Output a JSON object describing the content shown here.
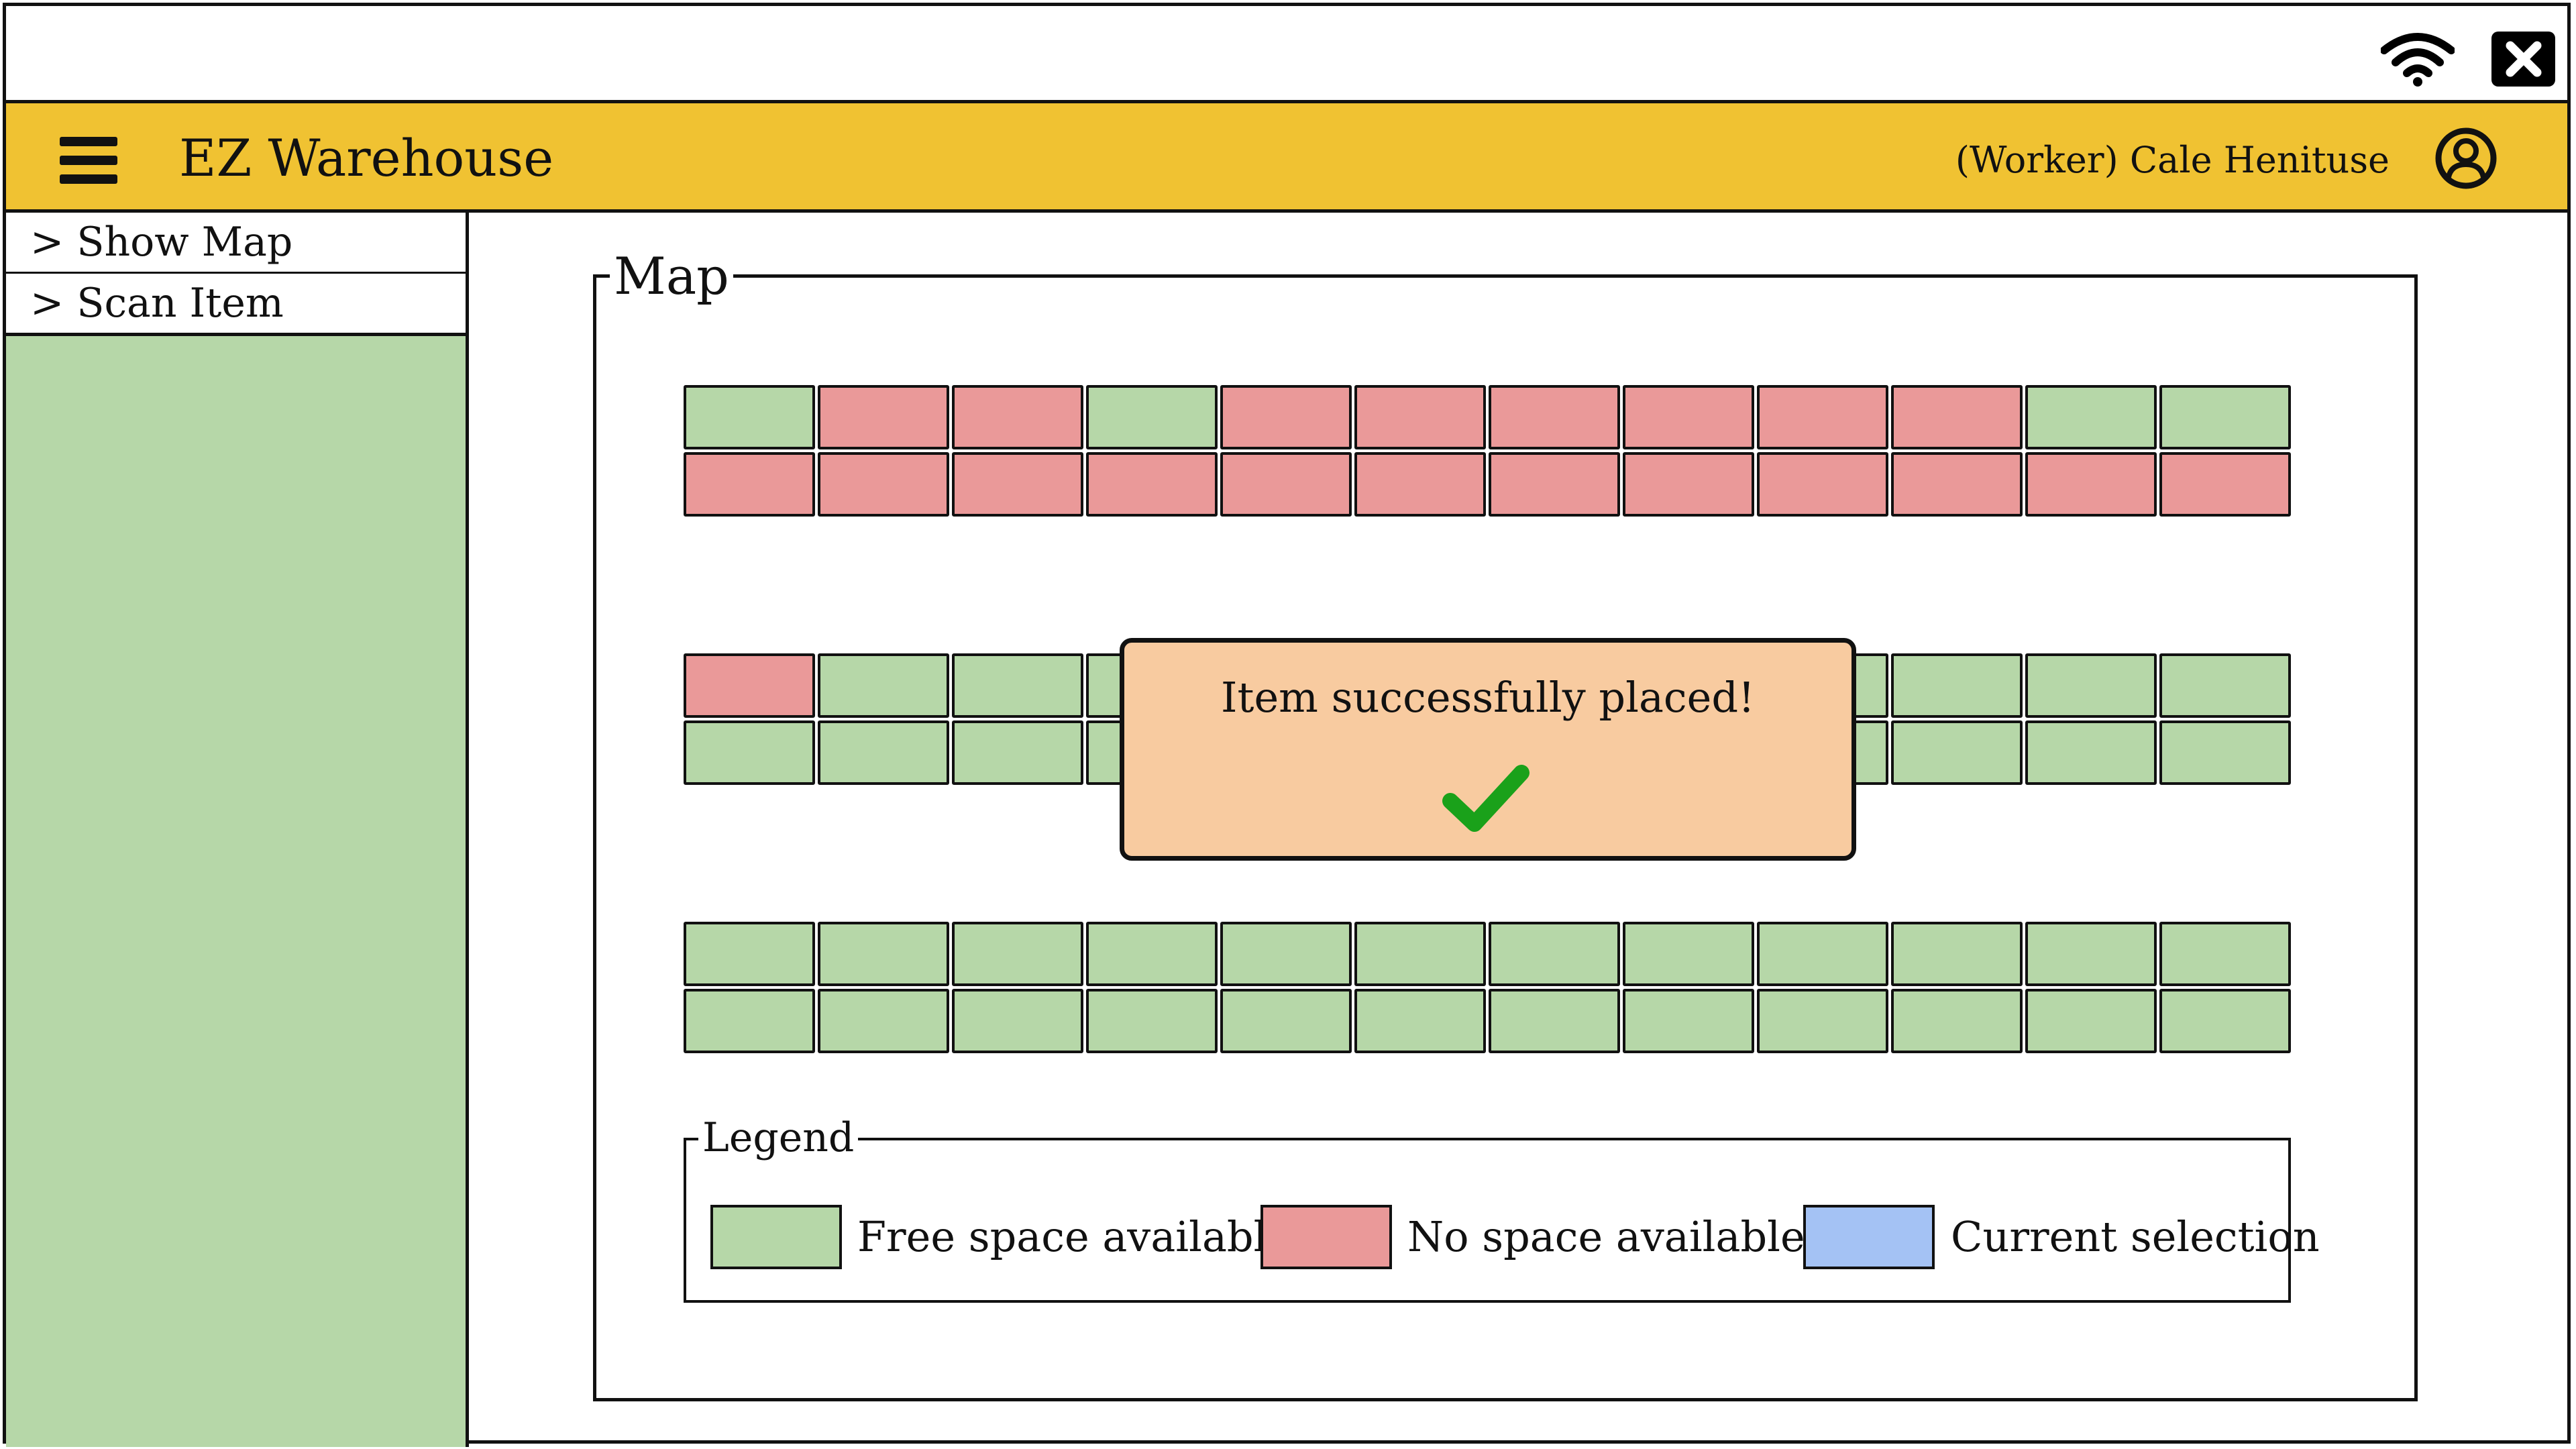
{
  "app": {
    "title": "EZ Warehouse",
    "user": "(Worker) Cale Henituse"
  },
  "icons": {
    "wifi": "wifi-icon",
    "close": "close-icon",
    "menu": "hamburger-menu-icon",
    "user": "user-avatar-icon",
    "success": "checkmark-icon"
  },
  "sidebar": {
    "items": [
      {
        "label": "> Show Map"
      },
      {
        "label": "> Scan Item"
      }
    ]
  },
  "map": {
    "title": "Map",
    "aisles": [
      {
        "rows": [
          [
            "free",
            "occupied",
            "occupied",
            "free",
            "occupied",
            "occupied",
            "occupied",
            "occupied",
            "occupied",
            "occupied",
            "free",
            "free"
          ],
          [
            "occupied",
            "occupied",
            "occupied",
            "occupied",
            "occupied",
            "occupied",
            "occupied",
            "occupied",
            "occupied",
            "occupied",
            "occupied",
            "occupied"
          ]
        ]
      },
      {
        "rows": [
          [
            "occupied",
            "free",
            "free",
            "free",
            "free",
            "free",
            "free",
            "free",
            "free",
            "free",
            "free",
            "free"
          ],
          [
            "free",
            "free",
            "free",
            "free",
            "free",
            "free",
            "free",
            "free",
            "free",
            "free",
            "free",
            "free"
          ]
        ]
      },
      {
        "rows": [
          [
            "free",
            "free",
            "free",
            "free",
            "free",
            "free",
            "free",
            "free",
            "free",
            "free",
            "free",
            "free"
          ],
          [
            "free",
            "free",
            "free",
            "free",
            "free",
            "free",
            "free",
            "free",
            "free",
            "free",
            "free",
            "free"
          ]
        ]
      }
    ]
  },
  "legend": {
    "title": "Legend",
    "items": [
      {
        "label": "Free space available",
        "color": "#b6d7a8"
      },
      {
        "label": "No space available",
        "color": "#ea9999"
      },
      {
        "label": "Current selection",
        "color": "#a4c2f4"
      }
    ]
  },
  "colors": {
    "free": "#b6d7a8",
    "occupied": "#ea9999",
    "selected": "#a4c2f4",
    "header": "#f0c232",
    "toast": "#f8cba0",
    "check": "#1aa11a"
  },
  "toast": {
    "message": "Item successfully placed!"
  }
}
